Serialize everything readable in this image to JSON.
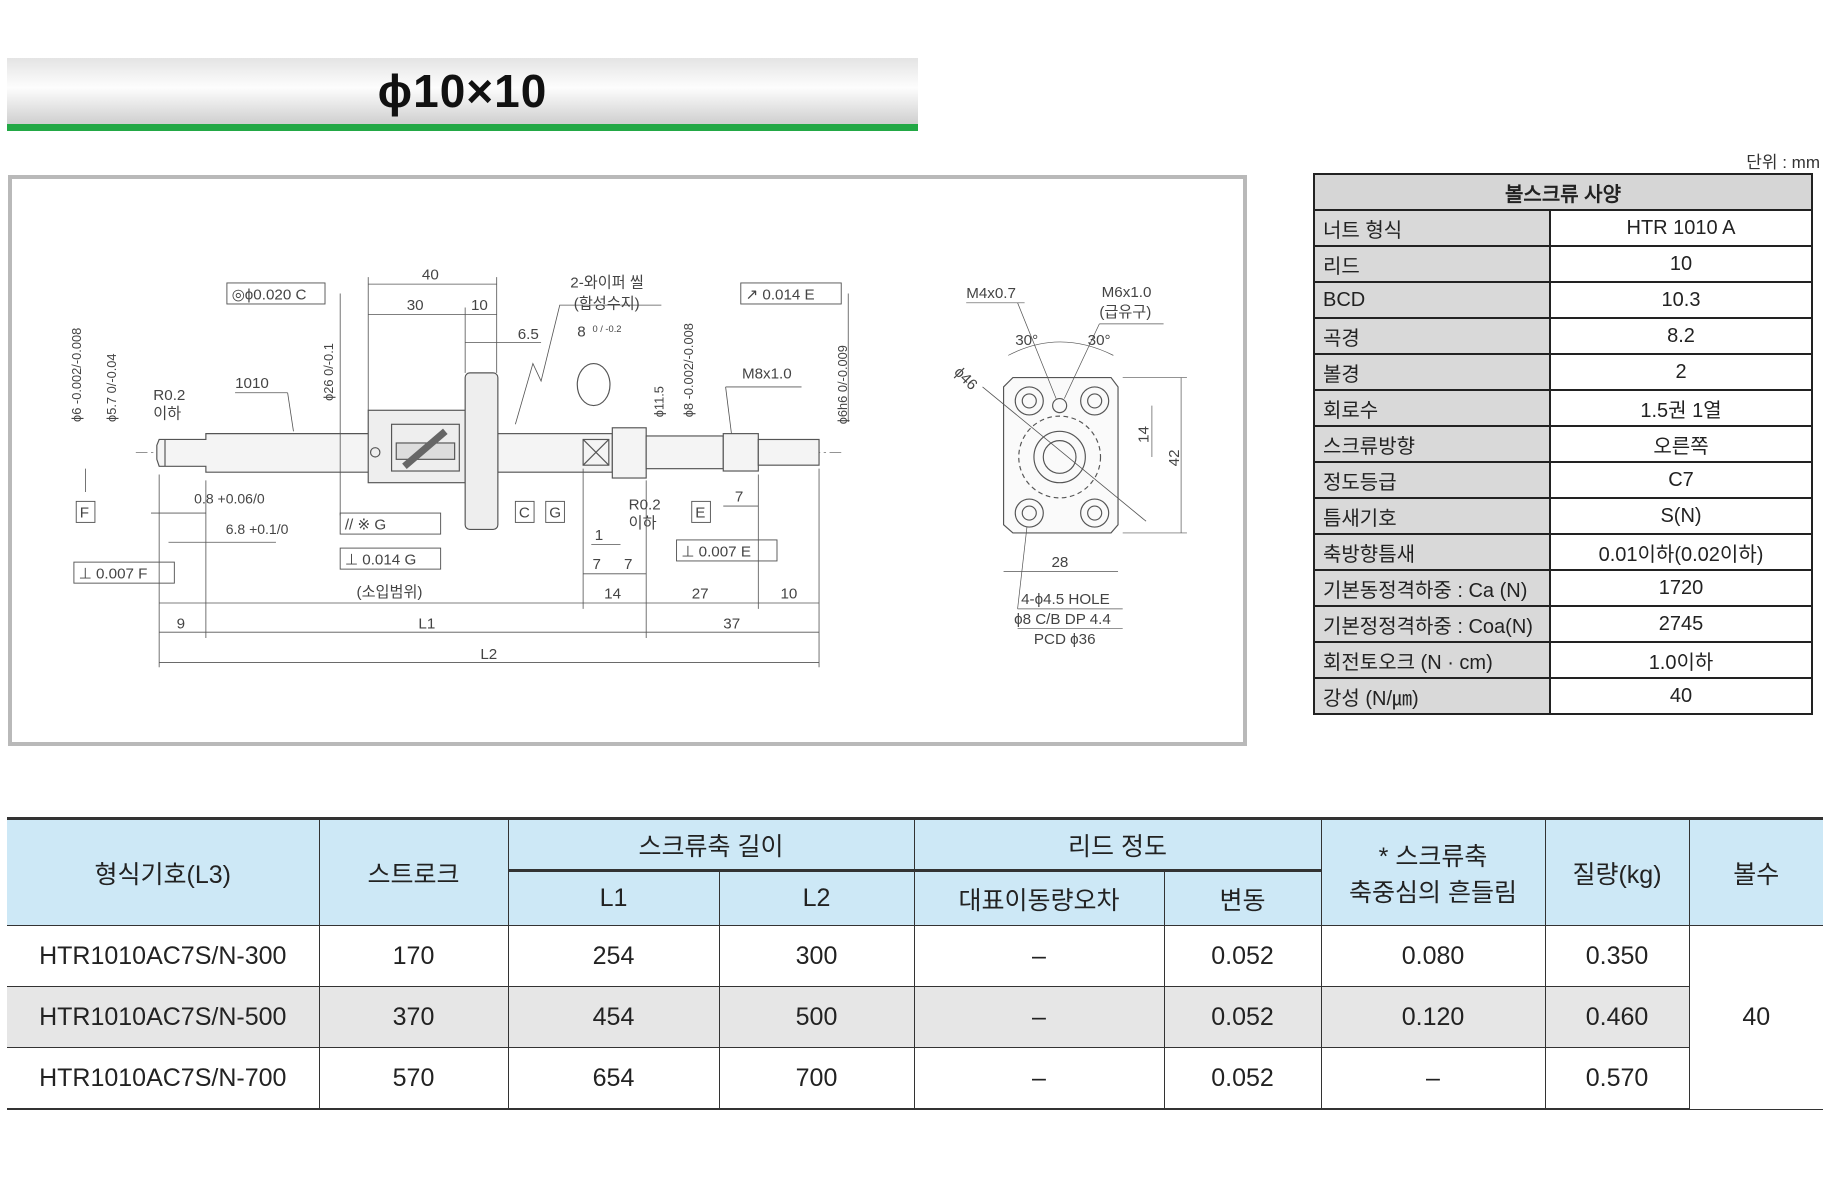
{
  "title": "ϕ10×10",
  "unit": "단위 : mm",
  "drawing": {
    "runout_c": "◎ϕ0.020 C",
    "dim_40": "40",
    "dim_30": "30",
    "dim_10a": "10",
    "dim_65": "6.5",
    "wiper": "2-와이퍼 씰",
    "wiper_sub": "(합성수지)",
    "dim_8": "8",
    "tol_8": "0 / -0.2",
    "runout_e": "↗ 0.014 E",
    "d6": "ϕ6 -0.002/-0.008",
    "d57": "ϕ5.7 0/-0.04",
    "r02a": "R0.2",
    "iha_a": "이하",
    "model": "1010",
    "d26": "ϕ26 0/-0.1",
    "d115": "ϕ11.5",
    "d8": "ϕ8 -0.002/-0.008",
    "m8": "M8x1.0",
    "d6h6": "ϕ6h6 0/-0.009",
    "f": "F",
    "c": "C",
    "g": "G",
    "e": "E",
    "d08": "0.8 +0.06/0",
    "d68": "6.8 +0.1/0",
    "par_g": "// ※ G",
    "perp_g": "⊥ 0.014 G",
    "perp_f": "⊥ 0.007 F",
    "perp_e": "⊥ 0.007 E",
    "r02b": "R0.2",
    "iha_b": "이하",
    "dim_1": "1",
    "dim_7a": "7",
    "dim_7b": "7",
    "dim_7c": "7",
    "hardening": "(소입범위)",
    "dim_14": "14",
    "dim_27": "27",
    "dim_10b": "10",
    "dim_9": "9",
    "l1": "L1",
    "dim_37": "37",
    "l2": "L2",
    "m4": "M4x0.7",
    "m6": "M6x1.0",
    "m6_sub": "(급유구)",
    "ang1": "30°",
    "ang2": "30°",
    "d46": "ϕ46",
    "dim_14b": "14",
    "dim_42": "42",
    "dim_28": "28",
    "hole1": "4-ϕ4.5 HOLE",
    "hole2": "ϕ8 C/B DP 4.4",
    "hole3": "PCD ϕ36"
  },
  "spec": {
    "header": "볼스크류 사양",
    "rows": [
      {
        "label": "너트 형식",
        "value": "HTR 1010 A"
      },
      {
        "label": "리드",
        "value": "10"
      },
      {
        "label": "BCD",
        "value": "10.3"
      },
      {
        "label": "곡경",
        "value": "8.2"
      },
      {
        "label": "볼경",
        "value": "2"
      },
      {
        "label": "회로수",
        "value": "1.5권 1열"
      },
      {
        "label": "스크류방향",
        "value": "오른쪽"
      },
      {
        "label": "정도등급",
        "value": "C7"
      },
      {
        "label": "틈새기호",
        "value": "S(N)"
      },
      {
        "label": "축방향틈새",
        "value": "0.01이하(0.02이하)"
      },
      {
        "label": "기본동정격하중 : Ca (N)",
        "value": "1720"
      },
      {
        "label": "기본정정격하중 : Coa(N)",
        "value": "2745"
      },
      {
        "label": "회전토오크 (N · cm)",
        "value": "1.0이하"
      },
      {
        "label": "강성 (N/㎛)",
        "value": "40"
      }
    ]
  },
  "table": {
    "headers": {
      "model": "형식기호(L3)",
      "stroke": "스트로크",
      "length": "스크류축 길이",
      "l1": "L1",
      "l2": "L2",
      "lead": "리드 정도",
      "rep": "대표이동량오차",
      "var": "변동",
      "runout1": "* 스크류축",
      "runout2": "축중심의 흔들림",
      "mass": "질량(kg)",
      "balls": "볼수"
    },
    "rows": [
      {
        "model": "HTR1010AC7S/N-300",
        "stroke": "170",
        "l1": "254",
        "l2": "300",
        "rep": "–",
        "var": "0.052",
        "runout": "0.080",
        "mass": "0.350"
      },
      {
        "model": "HTR1010AC7S/N-500",
        "stroke": "370",
        "l1": "454",
        "l2": "500",
        "rep": "–",
        "var": "0.052",
        "runout": "0.120",
        "mass": "0.460"
      },
      {
        "model": "HTR1010AC7S/N-700",
        "stroke": "570",
        "l1": "654",
        "l2": "700",
        "rep": "–",
        "var": "0.052",
        "runout": "–",
        "mass": "0.570"
      }
    ],
    "balls": "40"
  }
}
